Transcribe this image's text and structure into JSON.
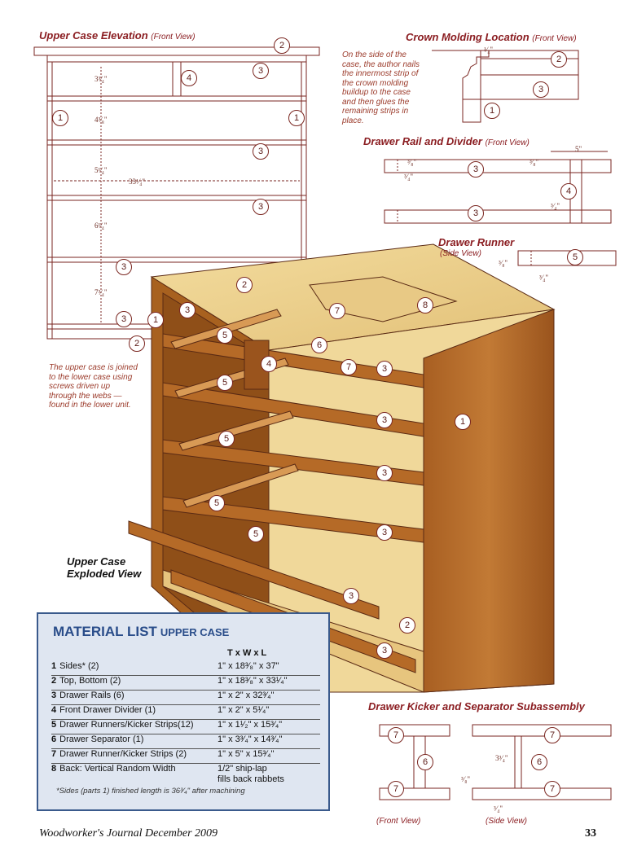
{
  "titles": {
    "elevation": "Upper Case Elevation",
    "elevation_sub": "(Front View)",
    "crown": "Crown Molding Location",
    "crown_sub": "(Front View)",
    "rail": "Drawer Rail and Divider",
    "rail_sub": "(Front View)",
    "runner": "Drawer Runner",
    "runner_sub": "(Side View)",
    "exploded_line1": "Upper Case",
    "exploded_line2": "Exploded View",
    "kicker": "Drawer Kicker and Separator Subassembly",
    "front_view": "(Front View)",
    "side_view": "(Side View)"
  },
  "notes": {
    "crown": "On the side of the case, the author nails the innermost strip of the crown molding buildup to the case and then glues the remaining strips in place.",
    "joined": "The upper case is joined to the lower case using screws driven up through the webs — found in the lower unit."
  },
  "dimensions": {
    "d1": "3³⁄₄\"",
    "d2": "4³⁄₈\"",
    "d3": "5¹⁄₄\"",
    "d4": "33¹⁄₄\"",
    "d5": "6¹⁄₄\"",
    "d6": "7³⁄₄\"",
    "crown_dim": "¹⁄₄\"",
    "rail_38": "³⁄₈\"",
    "rail_34": "³⁄₄\"",
    "rail_5": "5\"",
    "rail_38b": "³⁄₈\"",
    "rail_34b": "³⁄₄\"",
    "run_38": "³⁄₈\"",
    "run_34": "³⁄₄\"",
    "kick_334": "3³⁄₄\"",
    "kick_38": "³⁄₈\"",
    "kick_34": "³⁄₄\""
  },
  "callouts": {
    "elev": [
      "2",
      "3",
      "4",
      "1",
      "1",
      "3",
      "3",
      "3",
      "3",
      "2"
    ],
    "crown": [
      "2",
      "3",
      "1"
    ],
    "rail": [
      "3",
      "4",
      "3"
    ],
    "runner": [
      "5"
    ],
    "exploded": [
      "2",
      "7",
      "8",
      "1",
      "3",
      "5",
      "6",
      "4",
      "7",
      "3",
      "5",
      "1",
      "3",
      "5",
      "3",
      "5",
      "5",
      "3",
      "3",
      "2",
      "3"
    ],
    "kicker": [
      "7",
      "6",
      "7",
      "7",
      "6",
      "7"
    ]
  },
  "material": {
    "title": "MATERIAL LIST",
    "subtitle": "UPPER CASE",
    "columns": "T x W x L",
    "rows": [
      {
        "num": "1",
        "name": "Sides* (2)",
        "size": "1\" x 18³⁄₈\" x 37\""
      },
      {
        "num": "2",
        "name": "Top, Bottom (2)",
        "size": "1\" x 18³⁄₈\" x 33¹⁄₄\""
      },
      {
        "num": "3",
        "name": "Drawer Rails (6)",
        "size": "1\" x 2\" x 32³⁄₄\""
      },
      {
        "num": "4",
        "name": "Front Drawer Divider (1)",
        "size": "1\" x 2\" x 5¹⁄₄\""
      },
      {
        "num": "5",
        "name": "Drawer Runners/Kicker Strips(12)",
        "size": "1\" x 1¹⁄₂\" x 15³⁄₄\""
      },
      {
        "num": "6",
        "name": "Drawer Separator (1)",
        "size": "1\" x 3³⁄₄\" x 14³⁄₄\""
      },
      {
        "num": "7",
        "name": "Drawer Runner/Kicker Strips (2)",
        "size": "1\" x 5\" x 15³⁄₄\""
      },
      {
        "num": "8",
        "name": "Back: Vertical Random Width",
        "size": "1/2\" ship-lap"
      }
    ],
    "row8_line2": "fills back rabbets",
    "footnote": "*Sides (parts 1) finished length is 36³⁄₄\" after machining"
  },
  "footer": {
    "journal": "Woodworker's Journal   December 2009",
    "page": "33"
  },
  "colors": {
    "title": "#8b1e22",
    "line": "#7a2620",
    "wood": "#b8732e",
    "panel": "#dfe6f1",
    "panel_border": "#3a5a8c"
  }
}
